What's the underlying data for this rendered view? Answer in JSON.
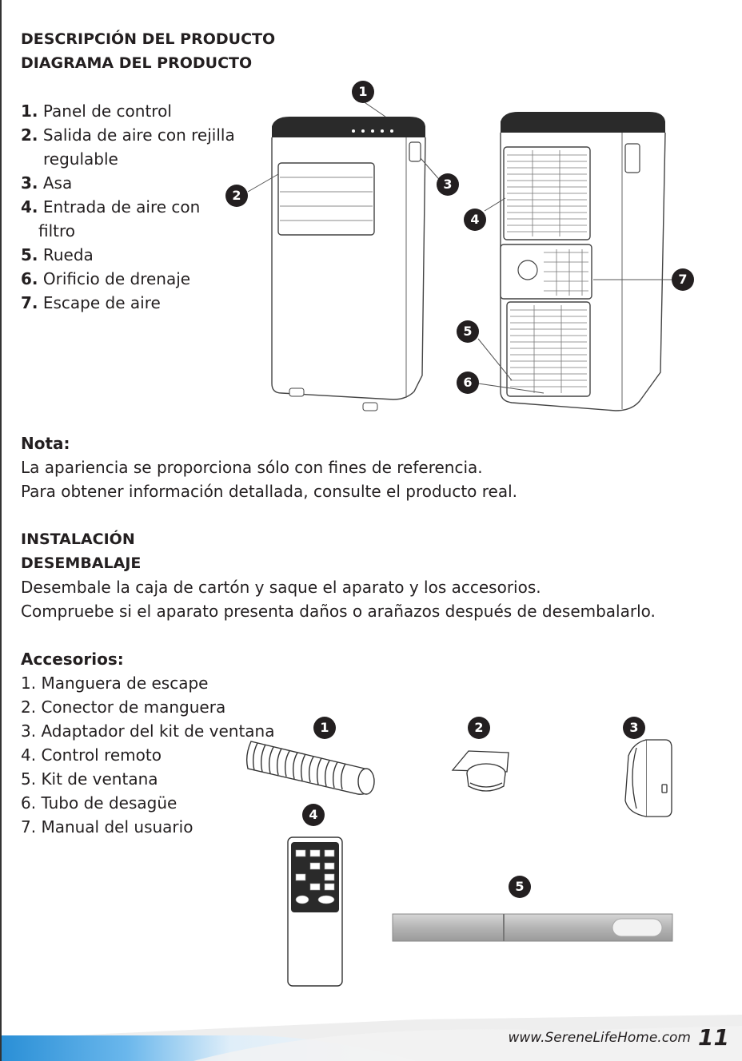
{
  "section": {
    "title1": "DESCRIPCIÓN DEL PRODUCTO",
    "title2": "DIAGRAMA DEL PRODUCTO"
  },
  "parts": [
    {
      "num": "1.",
      "text": "Panel de control"
    },
    {
      "num": "2.",
      "text": "Salida de aire con rejilla"
    },
    {
      "num": "",
      "text": "regulable"
    },
    {
      "num": "3.",
      "text": "Asa"
    },
    {
      "num": "4.",
      "text": "Entrada de aire con"
    },
    {
      "num": "",
      "text": "filtro"
    },
    {
      "num": "5.",
      "text": "Rueda"
    },
    {
      "num": "6.",
      "text": "Orificio de drenaje"
    },
    {
      "num": "7.",
      "text": "Escape de aire"
    }
  ],
  "diagram_badges": [
    "1",
    "2",
    "3",
    "4",
    "5",
    "6",
    "7"
  ],
  "note": {
    "heading": "Nota:",
    "line1": "La apariencia se proporciona sólo con fines de referencia.",
    "line2": "Para obtener información detallada, consulte el producto real."
  },
  "installation": {
    "heading1": "INSTALACIÓN",
    "heading2": "DESEMBALAJE",
    "line1": "Desembale la caja de cartón y saque el aparato y los accesorios.",
    "line2": "Compruebe si el aparato presenta daños o arañazos después de desembalarlo."
  },
  "accessories": {
    "heading": "Accesorios:",
    "items": [
      "1. Manguera de escape",
      "2. Conector de manguera",
      "3. Adaptador del kit de ventana",
      "4. Control remoto",
      "5. Kit de ventana",
      "6. Tubo de desagüe",
      "7. Manual del usuario"
    ],
    "badges": [
      "1",
      "2",
      "3",
      "4",
      "5"
    ]
  },
  "footer": {
    "url": "www.SereneLifeHome.com",
    "page": "11"
  },
  "colors": {
    "text": "#231f20",
    "footer_blue": "#3a9ad9"
  }
}
